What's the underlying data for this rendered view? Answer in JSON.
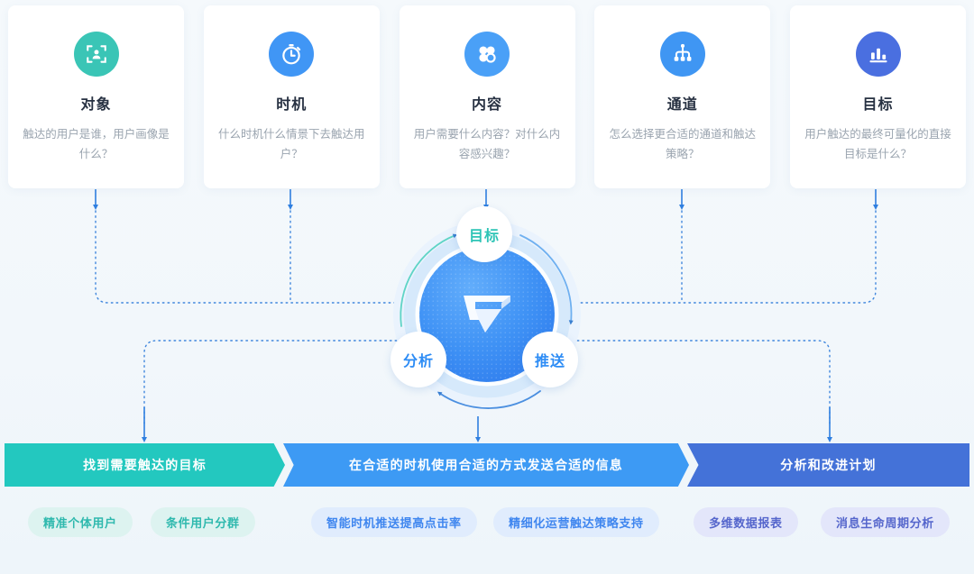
{
  "theme": {
    "background": "#f4f8fb",
    "teal": "#23c8bf",
    "blue": "#3d9af4",
    "indigo": "#4472d8",
    "title_color": "#273142",
    "desc_color": "#9aa4af"
  },
  "cards": [
    {
      "icon": "user-focus-icon",
      "icon_color": "#3ac5b6",
      "title": "对象",
      "desc": "触达的用户是谁，用户画像是什么？"
    },
    {
      "icon": "stopwatch-icon",
      "icon_color": "#4096f5",
      "title": "时机",
      "desc": "什么时机什么情景下去触达用户？"
    },
    {
      "icon": "clover-content-icon",
      "icon_color": "#4aa0f7",
      "title": "内容",
      "desc": "用户需要什么内容？对什么内容感兴趣？"
    },
    {
      "icon": "channel-tree-icon",
      "icon_color": "#3f96f3",
      "title": "通道",
      "desc": "怎么选择更合适的通道和触达策略？"
    },
    {
      "icon": "bar-chart-icon",
      "icon_color": "#4a6fe0",
      "title": "目标",
      "desc": "用户触达的最终可量化的直接目标是什么？"
    }
  ],
  "wheel": {
    "center_icon": "paper-plane-logo-icon",
    "nodes": [
      {
        "label": "目标",
        "color": "#2ec4b6"
      },
      {
        "label": "推送",
        "color": "#2d8cf5"
      },
      {
        "label": "分析",
        "color": "#2d8cf5"
      }
    ]
  },
  "bars": [
    {
      "label": "找到需要触达的目标",
      "color": "#23c8bf"
    },
    {
      "label": "在合适的时机使用合适的方式发送合适的信息",
      "color": "#3d9af4"
    },
    {
      "label": "分析和改进计划",
      "color": "#4472d8"
    }
  ],
  "tags": [
    {
      "label": "精准个体用户",
      "style": "teal"
    },
    {
      "label": "条件用户分群",
      "style": "teal"
    },
    {
      "label": "智能时机推送提高点击率",
      "style": "blue"
    },
    {
      "label": "精细化运营触达策略支持",
      "style": "blue"
    },
    {
      "label": "多维数据报表",
      "style": "indigo"
    },
    {
      "label": "消息生命周期分析",
      "style": "indigo"
    }
  ]
}
